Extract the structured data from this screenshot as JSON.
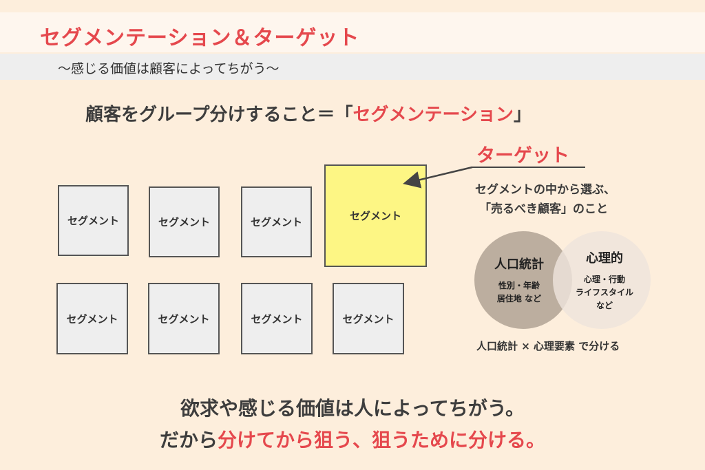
{
  "header": {
    "title": "セグメンテーション＆ターゲット",
    "subtitle": "〜感じる価値は顧客によってちがう〜"
  },
  "headline": {
    "prefix": "顧客をグループ分けすること＝「",
    "highlight": "セグメンテーション",
    "suffix": "」"
  },
  "segments": [
    {
      "label": "セグメント",
      "selected": false
    },
    {
      "label": "セグメント",
      "selected": false
    },
    {
      "label": "セグメント",
      "selected": false
    },
    {
      "label": "セグメント",
      "selected": true
    },
    {
      "label": "セグメント",
      "selected": false
    },
    {
      "label": "セグメント",
      "selected": false
    },
    {
      "label": "セグメント",
      "selected": false
    },
    {
      "label": "セグメント",
      "selected": false
    }
  ],
  "target": {
    "label": "ターゲット",
    "desc_line1": "セグメントの中から選ぶ、",
    "desc_line2": "「売るべき顧客」のこと"
  },
  "venn": {
    "left": {
      "title": "人口統計",
      "line1": "性別・年齢",
      "line2": "居住地 など"
    },
    "right": {
      "title": "心理的",
      "line1": "心理・行動",
      "line2": "ライフスタイル",
      "line3": "など"
    },
    "caption": "人口統計 × 心理要素 で分ける"
  },
  "bottom": {
    "line1": "欲求や感じる価値は人によってちがう。",
    "line2_prefix": "だから",
    "line2_highlight": "分けてから狙う、狙うために分ける。"
  },
  "colors": {
    "background": "#fdeedc",
    "accent": "#e5484d",
    "segment_fill": "#eeeeee",
    "target_fill": "#fdf684"
  }
}
